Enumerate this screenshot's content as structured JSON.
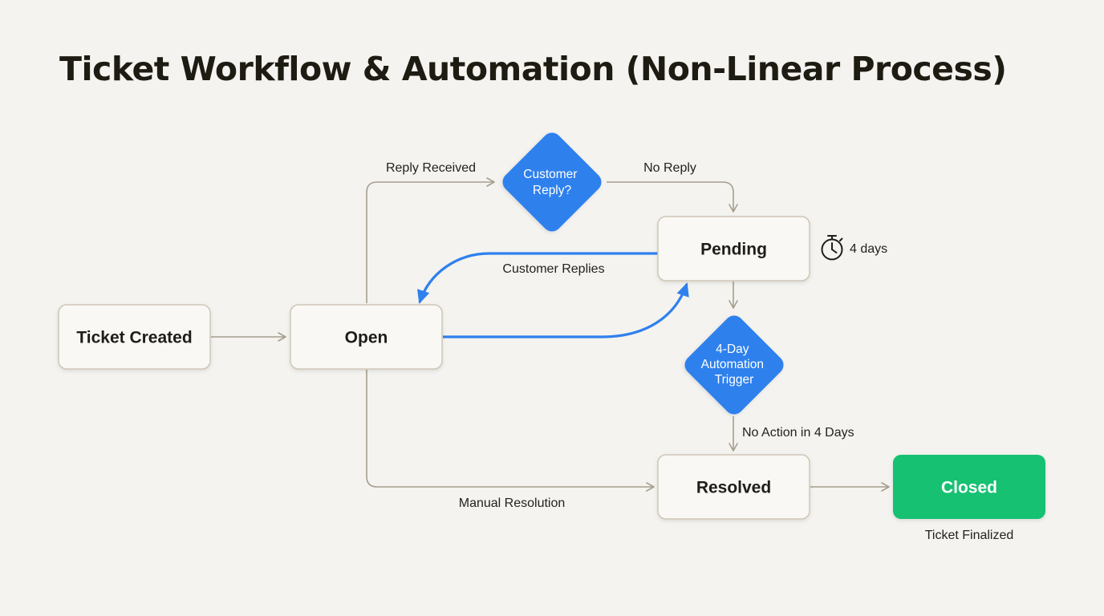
{
  "title": "Ticket Workflow & Automation (Non-Linear Process)",
  "nodes": {
    "ticket_created": "Ticket Created",
    "open": "Open",
    "pending": "Pending",
    "resolved": "Resolved",
    "closed": "Closed"
  },
  "decisions": {
    "customer_reply": [
      "Customer",
      "Reply?"
    ],
    "automation_trigger": [
      "4-Day",
      "Automation",
      "Trigger"
    ]
  },
  "labels": {
    "reply_received": "Reply Received",
    "no_reply": "No Reply",
    "customer_replies": "Customer Replies",
    "timer": "4 days",
    "no_action": "No Action in 4 Days",
    "manual_resolution": "Manual Resolution",
    "ticket_finalized": "Ticket Finalized"
  },
  "icons": {
    "timer": "stopwatch-icon"
  },
  "colors": {
    "background": "#f4f3ef",
    "decision": "#2f80ed",
    "closed": "#12c172",
    "connector": "#a79e8e",
    "highlight_arrow": "#2f80ed"
  }
}
